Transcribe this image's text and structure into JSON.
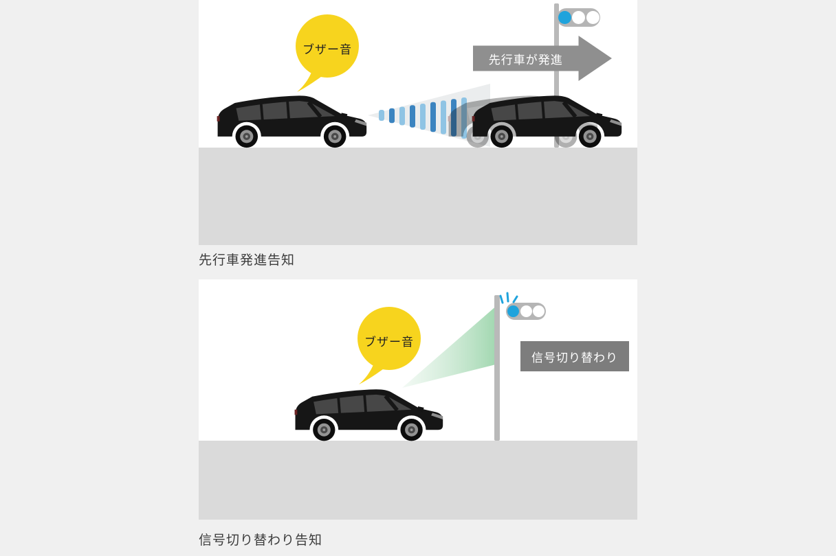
{
  "figures": [
    {
      "caption": "先行車発進告知",
      "bubble_label": "ブザー音",
      "arrow_label": "先行車が発進"
    },
    {
      "caption": "信号切り替わり告知",
      "bubble_label": "ブザー音",
      "sign_label": "信号切り替わり"
    }
  ],
  "icons": {
    "car": "minivan-side-view-icon",
    "traffic_light": "traffic-light-icon",
    "speech_bubble": "speech-bubble-icon",
    "sensor_waves": "radar-wave-icon",
    "detection_beam": "detection-beam-icon"
  },
  "colors": {
    "bubble_yellow": "#f7d41e",
    "signal_blue": "#1fa3dc",
    "arrow_gray": "#8f8f8f",
    "sign_gray": "#7d7d7d",
    "road_gray": "#dadada",
    "page_bg": "#f0f0f0",
    "beam_green": "#8ecfa0",
    "wave_blue_dark": "#3b84c0",
    "wave_blue_light": "#8fc4e4"
  }
}
